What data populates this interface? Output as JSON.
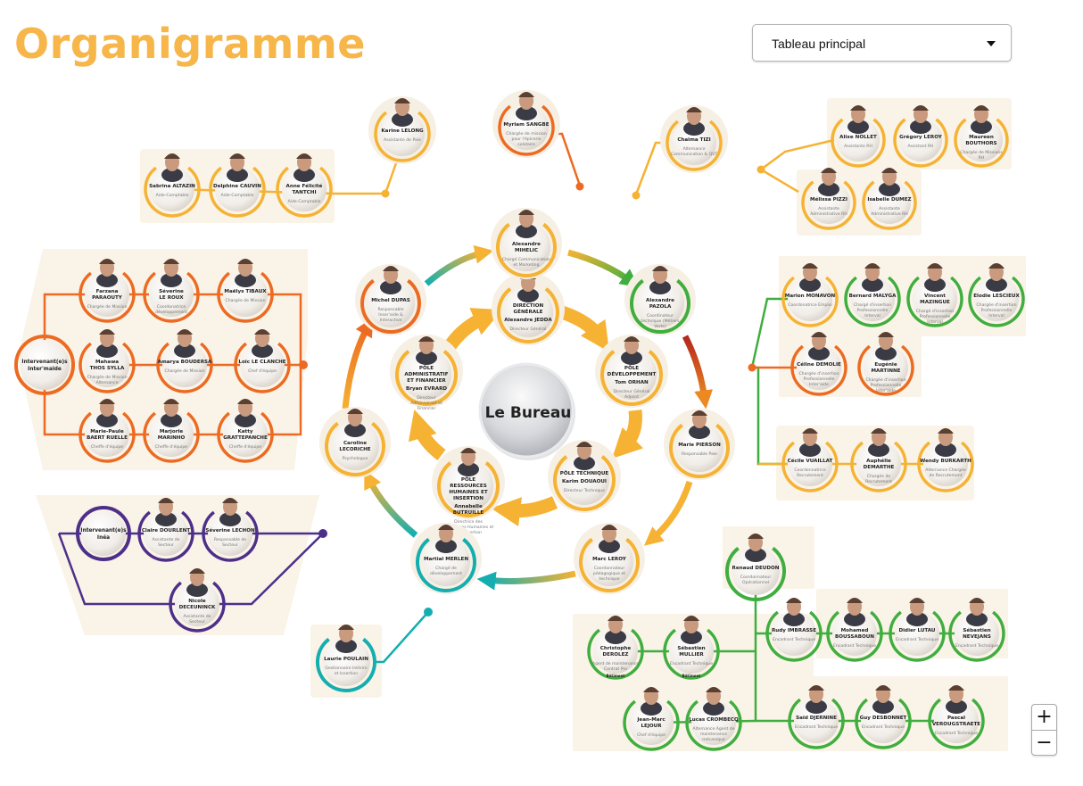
{
  "page": {
    "title": "Organigramme",
    "view_select": {
      "value": "Tableau principal"
    },
    "zoom_in_label": "+",
    "zoom_out_label": "−"
  },
  "colors": {
    "title": "#f7b64a",
    "orange_dark": "#ec6a21",
    "yellow": "#f5b233",
    "green": "#3fae3f",
    "purple": "#4d2f8a",
    "teal": "#14aeb0",
    "panel": "#faf3e7"
  },
  "center": {
    "label": "Le Bureau"
  },
  "groups": {
    "compta": {
      "color": "yellow",
      "members": [
        {
          "name": "Sabrina ALTAZIN",
          "role": "Aide-Comptable"
        },
        {
          "name": "Delphine CAUVIN",
          "role": "Aide-Comptable"
        },
        {
          "name": "Anne Félicité TANTCHI",
          "role": "Aide-Comptable"
        }
      ]
    },
    "karine": {
      "color": "yellow",
      "name": "Karine LELONG",
      "role": "Assistante de Paie"
    },
    "myriam": {
      "color": "orange_dark",
      "name": "Myriam SANGBE",
      "role": "Chargée de mission pour l'épicerie solidaire"
    },
    "chaima": {
      "color": "yellow",
      "name": "Chaïma TIZI",
      "role": "Alternance Communication & QVT"
    },
    "rh": {
      "color": "yellow",
      "members": [
        {
          "name": "Alixe NOLLET",
          "role": "Assistante RH"
        },
        {
          "name": "Grégory LEROY",
          "role": "Assistant RH"
        },
        {
          "name": "Maureen BOUTHORS",
          "role": "Chargée de Missions RH"
        },
        {
          "name": "Mélissa PIZZI",
          "role": "Assistante Administrative RH"
        },
        {
          "name": "Isabelle DUMEZ",
          "role": "Assistante Administrative RH"
        }
      ]
    },
    "intermaide": {
      "color": "orange_dark",
      "hub": "Intervenant(e)s Inter'maide",
      "members": [
        {
          "name": "Farzana PARAOUTY",
          "role": "Chargée de Mission"
        },
        {
          "name": "Séverine LE ROUX",
          "role": "Coordonatrice développement"
        },
        {
          "name": "Maëlys TIBAUX",
          "role": "Chargée de Mission"
        },
        {
          "name": "Mahawa THOS SYLLA",
          "role": "Chargée de Mission Alternance"
        },
        {
          "name": "Amarya BOUDERSA",
          "role": "Chargée de Mission"
        },
        {
          "name": "Loïc LE CLANCHE",
          "role": "Chef d'équipe"
        },
        {
          "name": "Marie-Paule BAERT RUELLE",
          "role": "Cheffe d'équipe"
        },
        {
          "name": "Marjorie MARINHO",
          "role": "Cheffe d'équipe"
        },
        {
          "name": "Katty GRATTEPANCHE",
          "role": "Cheffe d'équipe"
        }
      ]
    },
    "inea": {
      "color": "purple",
      "hub": "Intervenant(e)s Inéa",
      "members": [
        {
          "name": "Claire DOURLENT",
          "role": "Assistante de Secteur"
        },
        {
          "name": "Séverine LECHON",
          "role": "Responsable de Secteur"
        },
        {
          "name": "Nicole DECEUNINCK",
          "role": "Assistante de Secteur"
        }
      ]
    },
    "laurie": {
      "color": "teal",
      "name": "Laurie POULAIN",
      "role": "Gestionnaire Intérim et Insertion"
    },
    "insertion": {
      "members": [
        {
          "name": "Marion MONAVON",
          "role": "Coordonatrice Emploi",
          "color": "yellow"
        },
        {
          "name": "Bernard MALYGA",
          "role": "Chargé d'insertion Professionnelle Interval",
          "color": "green"
        },
        {
          "name": "Vincent MAZINGUE",
          "role": "Chargé d'insertion Professionnelle Interval",
          "color": "green"
        },
        {
          "name": "Elodie LESCIEUX",
          "role": "Chargée d'insertion Professionnelle Interval",
          "color": "green"
        },
        {
          "name": "Céline DEMOLIE",
          "role": "Chargée d'insertion Professionnelle Inter'aide",
          "color": "orange_dark"
        },
        {
          "name": "Eugénie MARTINNE",
          "role": "Chargée d'insertion Professionnelle Inter'aide",
          "color": "orange_dark"
        }
      ]
    },
    "recrutement": {
      "color": "yellow",
      "members": [
        {
          "name": "Cécile VUAILLAT",
          "role": "Coordonnatrice Recrutement"
        },
        {
          "name": "Auphélie DEMARTHE",
          "role": "Chargée de Recrutement"
        },
        {
          "name": "Wendy BURKARTH",
          "role": "Alternance Chargée de Recrutement"
        }
      ]
    },
    "technique": {
      "color": "green",
      "head": {
        "name": "Renaud DEUDON",
        "role": "Coordonnateur Opérationnel"
      },
      "members": [
        {
          "name": "Christophe DEROLEZ",
          "role": "Agent de maintenance Contrat Pro",
          "note": "Bâtiment"
        },
        {
          "name": "Sébastien MULLIER",
          "role": "Encadrant Technique",
          "note": "Bâtiment"
        },
        {
          "name": "Rudy IMBRASSE",
          "role": "Encadrant Technique"
        },
        {
          "name": "Mohamed BOUSSABOUN",
          "role": "Encadrant Technique"
        },
        {
          "name": "Didier LUTAU",
          "role": "Encadrant Technique"
        },
        {
          "name": "Sébastien NEVEJANS",
          "role": "Encadrant Technique"
        },
        {
          "name": "Jean-Marc LEJOUR",
          "role": "Chef d'équipe"
        },
        {
          "name": "Lucas CROMBECQ",
          "role": "Alternance Agent de maintenance mécanique"
        },
        {
          "name": "Saïd DJERNINE",
          "role": "Encadrant Technique"
        },
        {
          "name": "Guy DESBONNET",
          "role": "Encadrant Technique"
        },
        {
          "name": "Pascal VEROUGSTRAETE",
          "role": "Encadrant Technique"
        }
      ]
    }
  },
  "inner_ring": [
    {
      "title": "DIRECTION GÉNÉRALE",
      "name": "Alexandre JEDDA",
      "role": "Directeur Général"
    },
    {
      "title": "PÔLE DÉVELOPPEMENT",
      "name": "Tom ORHAN",
      "role": "Directeur Général Adjoint"
    },
    {
      "title": "PÔLE TECHNIQUE",
      "name": "Karim DOUAOUI",
      "role": "Directeur Technique"
    },
    {
      "title": "PÔLE RESSOURCES HUMAINES ET INSERTION",
      "name": "Annabelle BUTRUILLE",
      "role": "Directrice des Ressources Humaines et de l'Insertion"
    },
    {
      "title": "PÔLE ADMINISTRATIF ET FINANCIER",
      "name": "Bryan EVRARD",
      "role": "Directeur Administratif et Financier"
    }
  ],
  "outer_ring": [
    {
      "name": "Alexandre MIHELIC",
      "role": "Chargé Communication et Marketing"
    },
    {
      "name": "Alexandre PAZOLA",
      "role": "Coordinateur technique (Métiers Verts)"
    },
    {
      "name": "Marie PIERSON",
      "role": "Responsable Paie"
    },
    {
      "name": "Marc LEROY",
      "role": "Coordonnateur pédagogique et technique"
    },
    {
      "name": "Martial MERLEN",
      "role": "Chargé de développement"
    },
    {
      "name": "Caroline LECORICHE",
      "role": "Psychologue"
    },
    {
      "name": "Michel DUPAS",
      "role": "Responsable Inser'aide & Interactive"
    }
  ]
}
